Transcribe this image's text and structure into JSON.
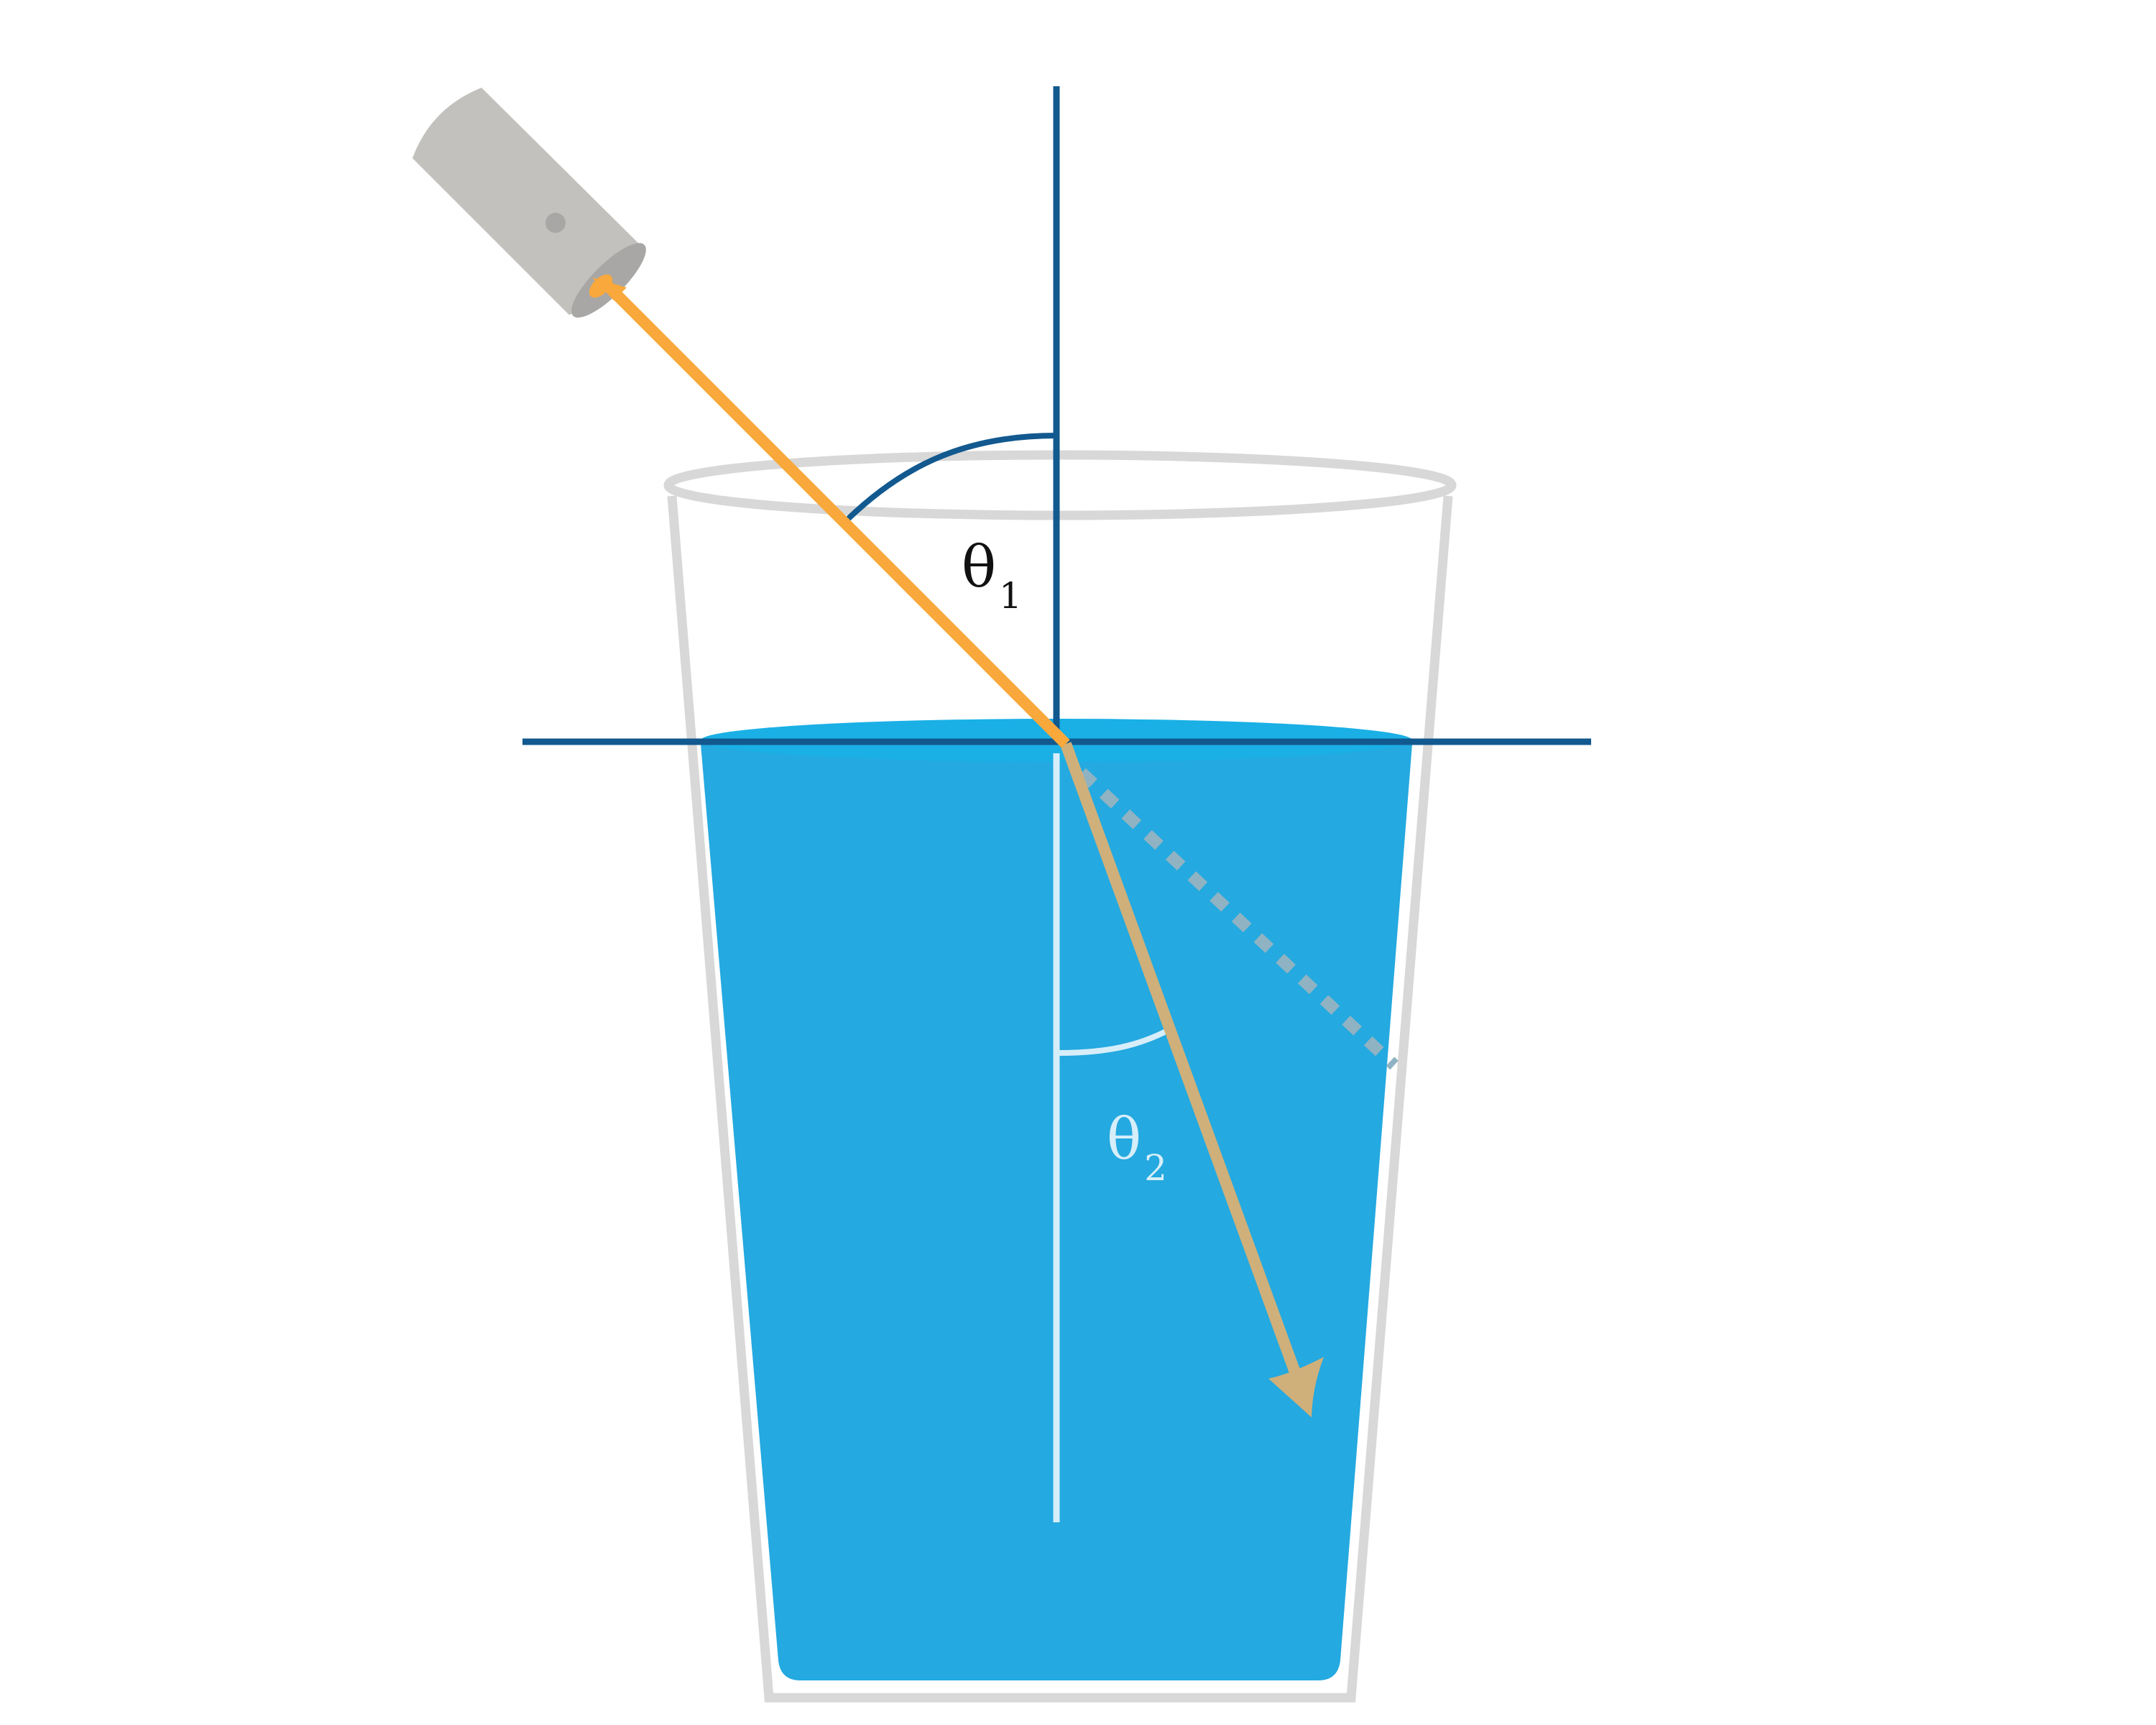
{
  "labels": {
    "theta1": {
      "symbol": "θ",
      "subscript": "1"
    },
    "theta2": {
      "symbol": "θ",
      "subscript": "2"
    }
  },
  "colors": {
    "background": "#ffffff",
    "glass": "#d8d8d8",
    "water": "#24a9e0",
    "water_surface": "#1ab0e5",
    "axis_lines": "#12598f",
    "normal_underwater": "#d6eefa",
    "incident_ray": "#f9a83c",
    "refracted_ray": "#cfb07a",
    "unrefracted_path": "#8fb3c2",
    "laser_body": "#c2c1be",
    "laser_shadow": "#a8a7a5",
    "theta1_text": "#111111",
    "theta2_text": "#d6eefa"
  },
  "icons": {
    "light_source": "laser-pointer-icon",
    "container": "drinking-glass-icon"
  }
}
